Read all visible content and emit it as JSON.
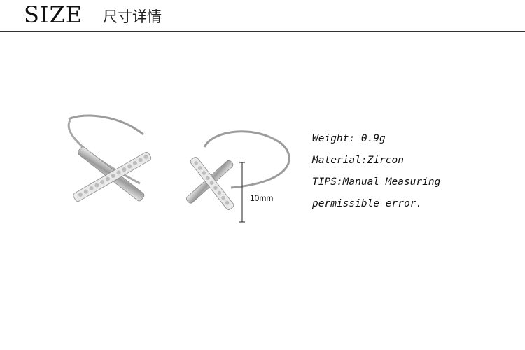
{
  "header": {
    "title_en": "SIZE",
    "title_cn": "尺寸详情"
  },
  "product_image": {
    "dimension_label": "10mm"
  },
  "specs": {
    "weight": "Weight: 0.9g",
    "material": "Material:Zircon",
    "tips_line1": "TIPS:Manual Measuring",
    "tips_line2": "permissible error."
  },
  "colors": {
    "text": "#111111",
    "silver": "#c8c8c8",
    "rule": "#333333"
  }
}
